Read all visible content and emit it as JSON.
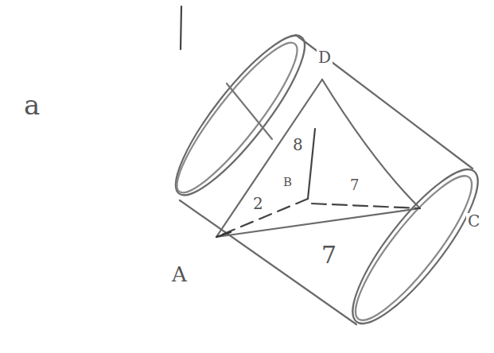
{
  "diagram": {
    "labels": [
      "a",
      "D",
      "8",
      "B",
      "2",
      "7",
      "C",
      "A",
      "7"
    ]
  }
}
